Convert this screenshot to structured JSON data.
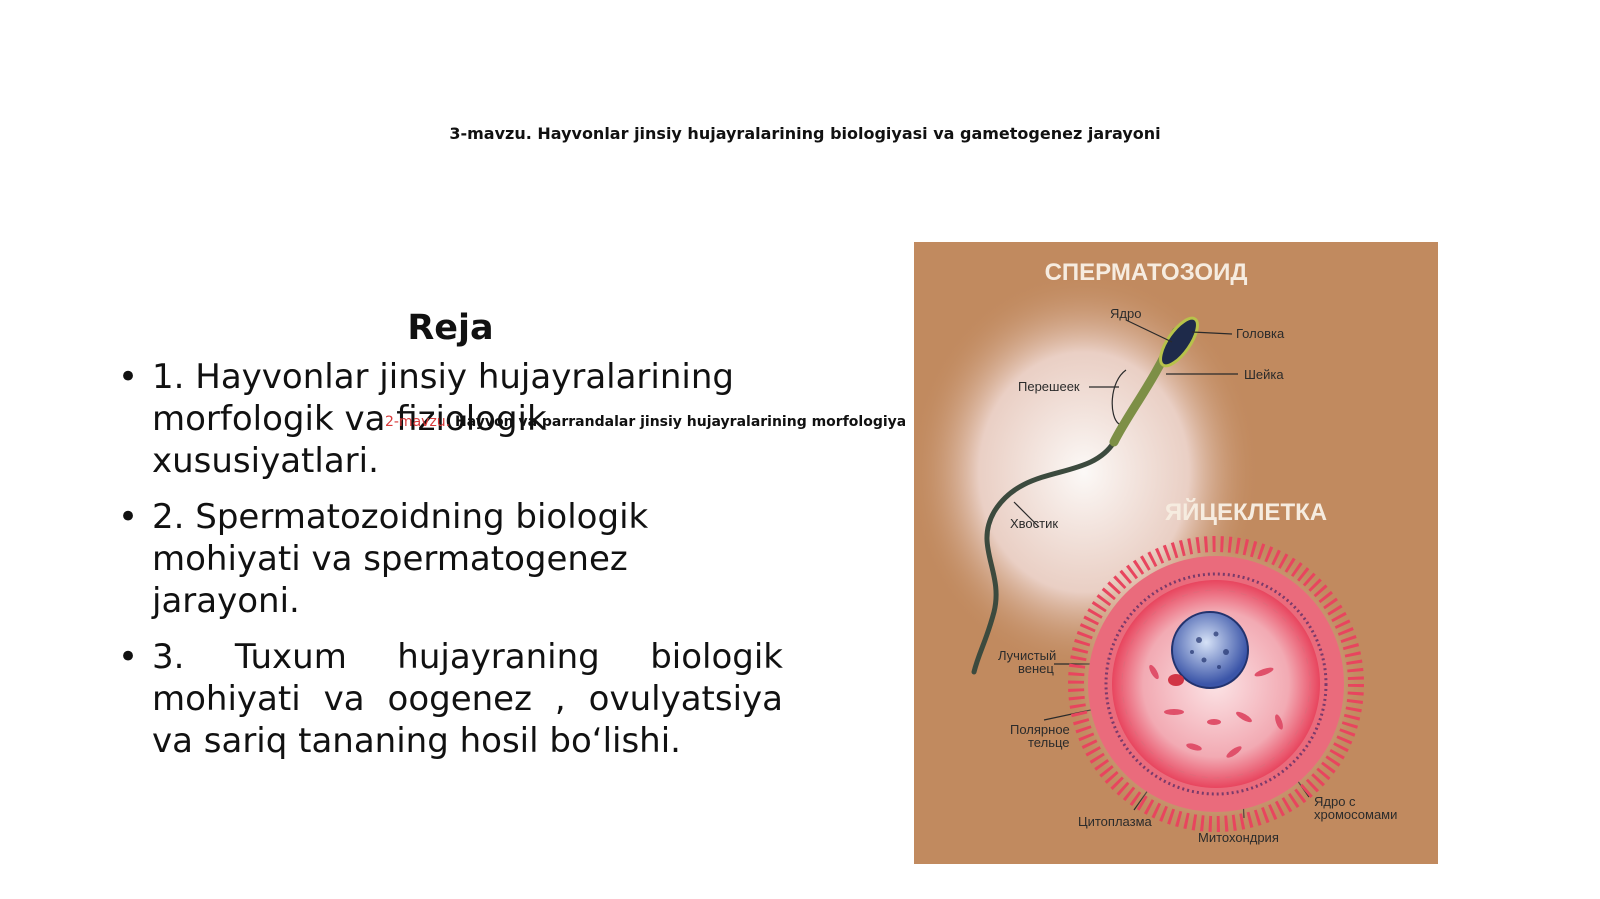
{
  "slide": {
    "title": "3-mavzu. Hayvonlar jinsiy hujayralarining biologiyasi va gametogenez jarayoni",
    "overlay_prefix": "2-mavzu.",
    "overlay_text": " Hayvon va parrandalar jinsiy hujayralarining morfologiyasi, l"
  },
  "plan": {
    "heading": "Reja",
    "bullet": "•",
    "items": [
      "1. Hayvonlar jinsiy hujayralarining morfologik va fiziologik xususiyatlari.",
      "2. Spermatozoidning biologik mohiyati va spermatogenez jarayoni.",
      "3. Tuxum hujayraning biologik mohiyati va oogenez , ovulyatsiya va sariq tananing hosil bo‘lishi."
    ]
  },
  "figure": {
    "sperm_title": "СПЕРМАТОЗОИД",
    "egg_title": "ЯЙЦЕКЛЕТКА",
    "labels": {
      "nucleus": "Ядро",
      "head": "Головка",
      "neck": "Шейка",
      "midpiece": "Перешеек",
      "tail": "Хвостик",
      "corona_1": "Лучистый",
      "corona_2": "венец",
      "polar_1": "Полярное",
      "polar_2": "тельце",
      "cytoplasm": "Цитоплазма",
      "mitochondria": "Митохондрия",
      "chromo_1": "Ядро с",
      "chromo_2": "хромосомами"
    },
    "colors": {
      "background": "#c18a5f",
      "title_text": "#f6ece0",
      "egg_outer": "#e8455e",
      "egg_inner": "#f4b6bd",
      "nucleus": "#3b55a8"
    }
  }
}
